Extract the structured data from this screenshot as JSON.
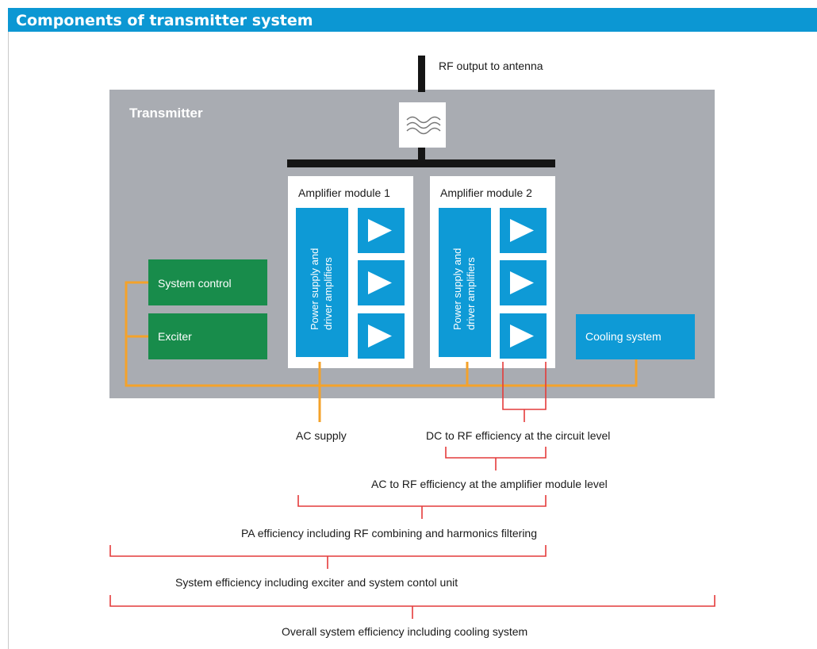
{
  "header": {
    "title": "Components of transmitter system"
  },
  "colors": {
    "header_bg": "#0c97d3",
    "transmitter_bg": "#a9acb2",
    "module_blue": "#0e9ad6",
    "control_green": "#188c4b",
    "ac_line_orange": "#f4a22a",
    "efficiency_red": "#e43b3b",
    "rf_line_black": "#151515"
  },
  "diagram": {
    "rf_output_label": "RF output to antenna",
    "transmitter_label": "Transmitter",
    "filter_icon": "harmonics-filter-icon",
    "modules": [
      {
        "title": "Amplifier module 1",
        "supply_label": [
          "Power supply and",
          "driver amplifiers"
        ],
        "amplifier_icon": "triangle-amplifier-icon"
      },
      {
        "title": "Amplifier module 2",
        "supply_label": [
          "Power supply and",
          "driver amplifiers"
        ],
        "amplifier_icon": "triangle-amplifier-icon"
      }
    ],
    "system_control_label": "System control",
    "exciter_label": "Exciter",
    "cooling_label": "Cooling system",
    "ac_supply_label": "AC supply",
    "efficiency_levels": [
      "DC to RF efficiency at the circuit level",
      "AC to RF efficiency at the amplifier module level",
      "PA efficiency including RF combining and harmonics filtering",
      "System efficiency including exciter and system contol unit",
      "Overall system efficiency including cooling system"
    ]
  }
}
